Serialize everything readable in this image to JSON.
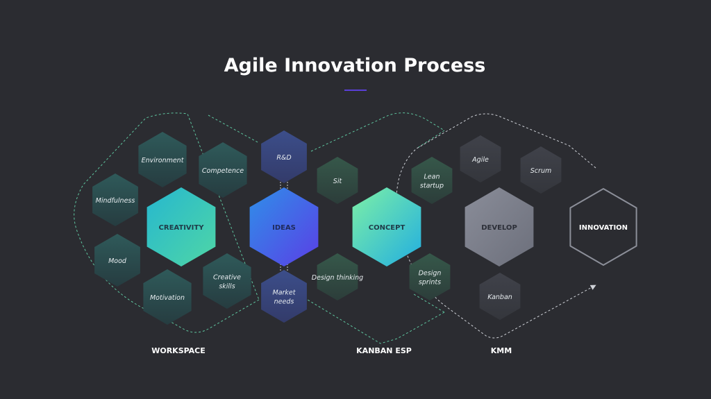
{
  "title": "Agile Innovation Process",
  "colors": {
    "background": "#2b2c31",
    "accent_underline": "#5a3fd8",
    "workspace_outline": "#5fc6a0",
    "kanban_outline": "#cfd2d8"
  },
  "hubs": {
    "creativity": "CREATIVITY",
    "ideas": "IDEAS",
    "concept": "CONCEPT",
    "develop": "DEVELOP",
    "innovation": "INNOVATION"
  },
  "satellites": {
    "environment": "Environment",
    "competence": "Competence",
    "mindfulness": "Mindfulness",
    "mood": "Mood",
    "motivation": "Motivation",
    "creative_skills": [
      "Creative",
      "skills"
    ],
    "rnd": "R&D",
    "market_needs": [
      "Market",
      "needs"
    ],
    "sit": "Sit",
    "design_thinking": "Design thinking",
    "lean_startup": [
      "Lean",
      "startup"
    ],
    "design_sprints": [
      "Design",
      "sprints"
    ],
    "agile": "Agile",
    "scrum": "Scrum",
    "kanban": "Kanban"
  },
  "groups": {
    "workspace": "WORKSPACE",
    "kanban_esp": "KANBAN ESP",
    "kmm": "KMM"
  }
}
